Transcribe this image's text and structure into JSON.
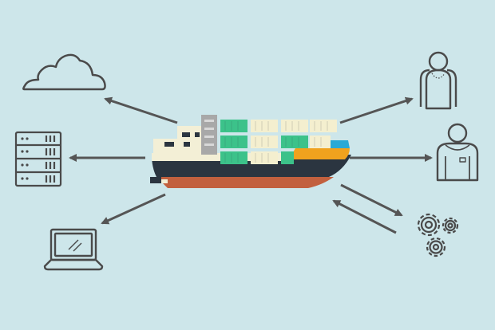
{
  "colors": {
    "background": "#cde6ea",
    "outline": "#4a4a4a",
    "arrow": "#555555",
    "hull_dark": "#2b3540",
    "hull_bottom": "#c2603e",
    "hull_stripe_orange": "#f0a21e",
    "hull_stripe_blue": "#29a9d6",
    "cabin": "#f3efd6",
    "container_green": "#3cc28a",
    "container_cream": "#f4efcf",
    "container_grey": "#a8a8a8"
  },
  "nodes": [
    {
      "id": "cloud",
      "icon": "cloud-icon"
    },
    {
      "id": "server",
      "icon": "server-rack-icon"
    },
    {
      "id": "laptop",
      "icon": "laptop-icon"
    },
    {
      "id": "user-1",
      "icon": "user-icon"
    },
    {
      "id": "user-2",
      "icon": "user-badge-icon"
    },
    {
      "id": "settings",
      "icon": "gears-icon"
    }
  ],
  "center": {
    "id": "ship",
    "icon": "container-ship-icon"
  }
}
